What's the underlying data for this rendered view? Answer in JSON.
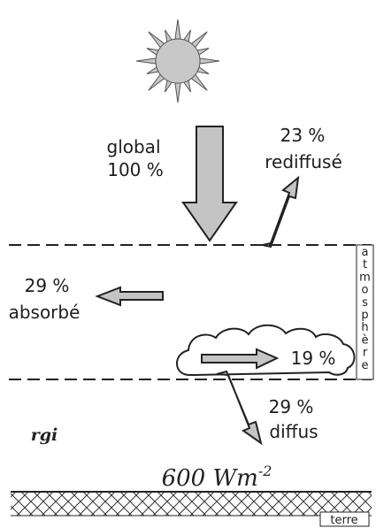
{
  "diagram": {
    "incoming": {
      "label": "global",
      "value": "100 %"
    },
    "scattered_back": {
      "value": "23 %",
      "label": "rediffusé"
    },
    "absorbed": {
      "value": "29 %",
      "label": "absorbé"
    },
    "cloud": {
      "value": "19 %"
    },
    "diffuse": {
      "value": "29 %",
      "label": "diffus"
    },
    "layer_label": "atmosphère",
    "ground_power": {
      "text": "600 Wm",
      "exponent": "-2"
    },
    "ground_label": "terre",
    "signature": "rgi"
  },
  "colors": {
    "sun_fill": "#c8c8c8",
    "arrow_fill": "#c4c4c4",
    "line": "#222222",
    "text": "#1e1e1e"
  }
}
